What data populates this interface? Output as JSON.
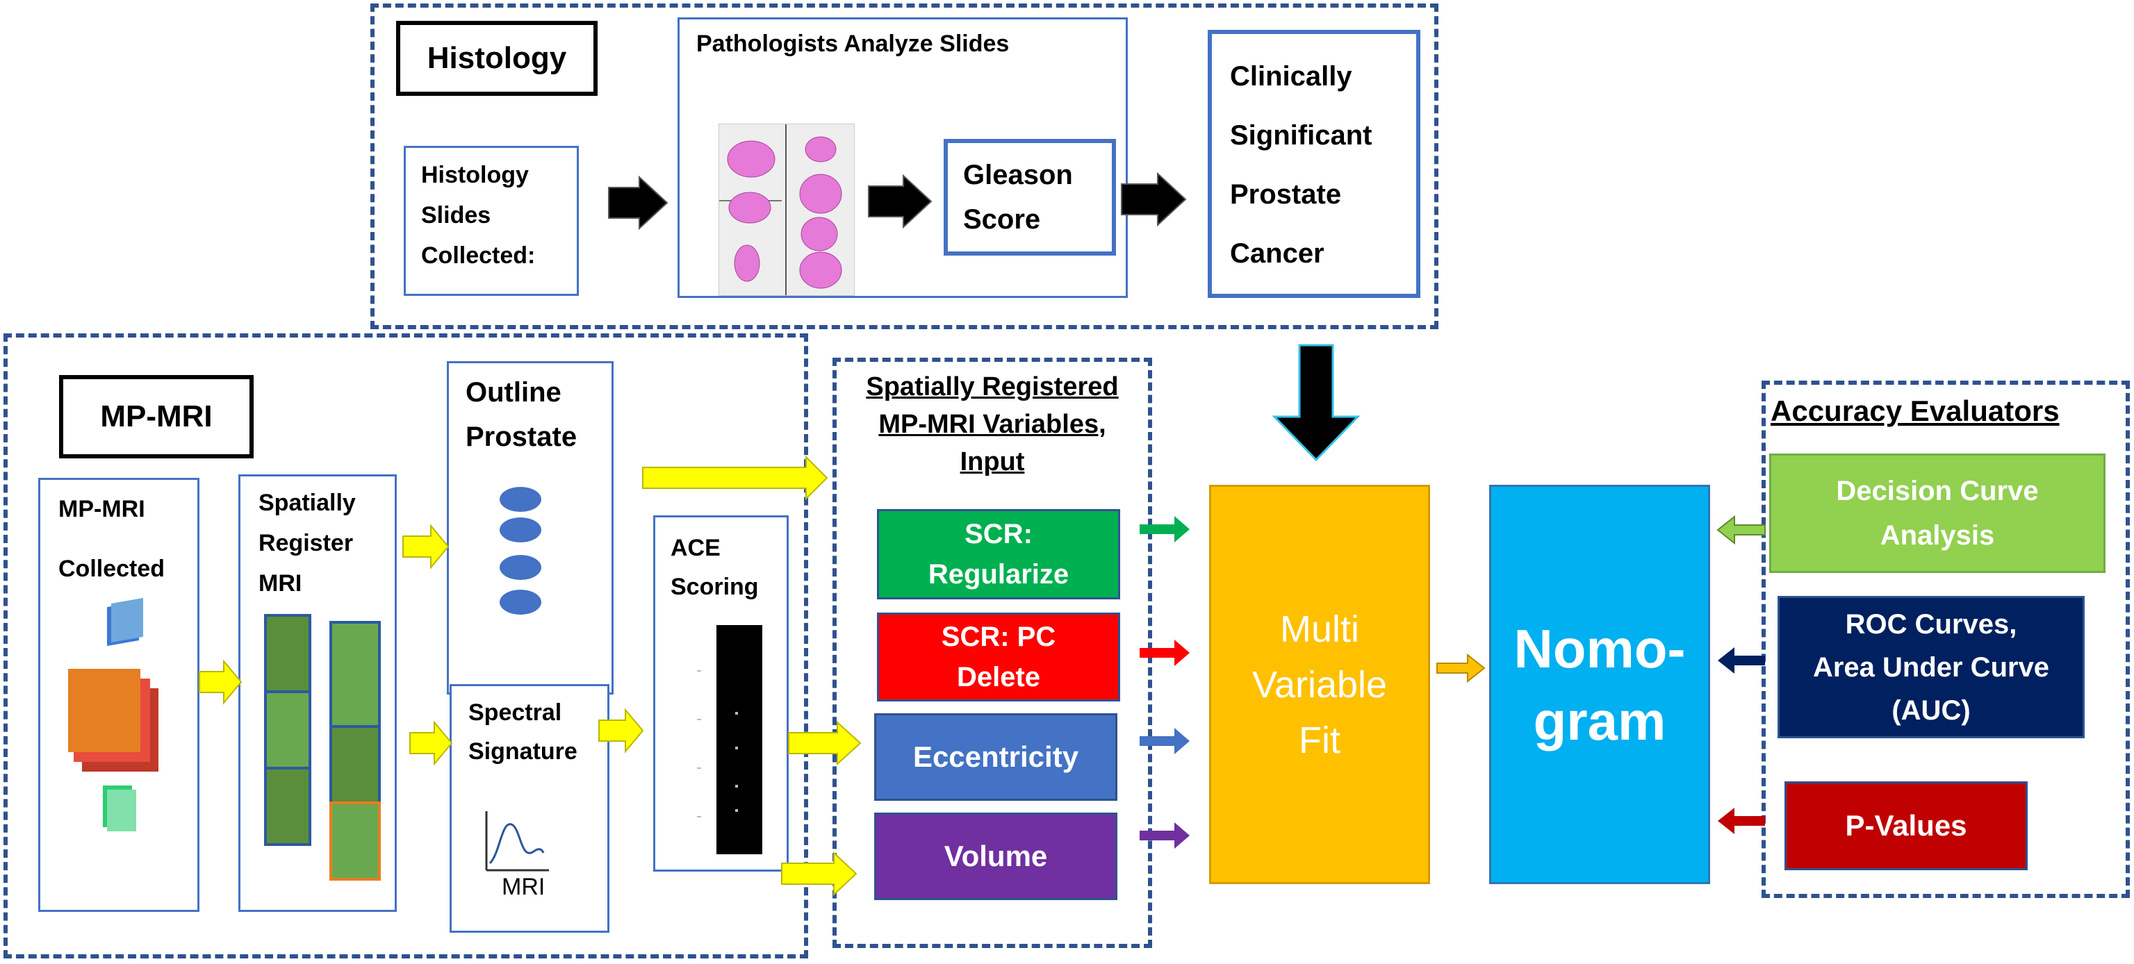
{
  "histology": {
    "title": "Histology",
    "slides_label": [
      "Histology",
      "Slides",
      "Collected:"
    ],
    "pathologists_title": "Pathologists Analyze Slides",
    "gleason": [
      "Gleason",
      "Score"
    ],
    "clinical": [
      "Clinically",
      "Significant",
      "Prostate",
      "Cancer"
    ]
  },
  "mpmri": {
    "title": "MP-MRI",
    "collected": [
      "MP-MRI",
      "Collected"
    ],
    "register": [
      "Spatially",
      "Register",
      "MRI"
    ],
    "outline": [
      "Outline",
      "Prostate"
    ],
    "spectral": [
      "Spectral",
      "Signature"
    ],
    "spectral_caption": "MRI",
    "ace": [
      "ACE",
      "Scoring"
    ]
  },
  "variables": {
    "title": [
      "Spatially Registered",
      "MP-MRI Variables,",
      "Input"
    ],
    "items": [
      {
        "label": [
          "SCR:",
          "Regularize"
        ],
        "color": "#00b050"
      },
      {
        "label": [
          "SCR: PC",
          "Delete"
        ],
        "color": "#ff0000"
      },
      {
        "label": [
          "Eccentricity"
        ],
        "color": "#4472c4"
      },
      {
        "label": [
          "Volume"
        ],
        "color": "#7030a0"
      }
    ]
  },
  "fit": {
    "label": [
      "Multi",
      "Variable",
      "Fit"
    ],
    "color": "#ffc000"
  },
  "nomogram": {
    "label": [
      "Nomo-",
      "gram"
    ],
    "color": "#00b0f0"
  },
  "accuracy": {
    "title": "Accuracy Evaluators",
    "items": [
      {
        "label": [
          "Decision Curve",
          "Analysis"
        ],
        "color": "#92d050"
      },
      {
        "label": [
          "ROC Curves,",
          "Area Under Curve",
          "(AUC)"
        ],
        "color": "#002060"
      },
      {
        "label": [
          "P-Values"
        ],
        "color": "#c00000"
      }
    ]
  },
  "colors": {
    "dash_border": "#2f528f",
    "box_border": "#4472c4",
    "yellow_arrow": "#ffff00"
  }
}
